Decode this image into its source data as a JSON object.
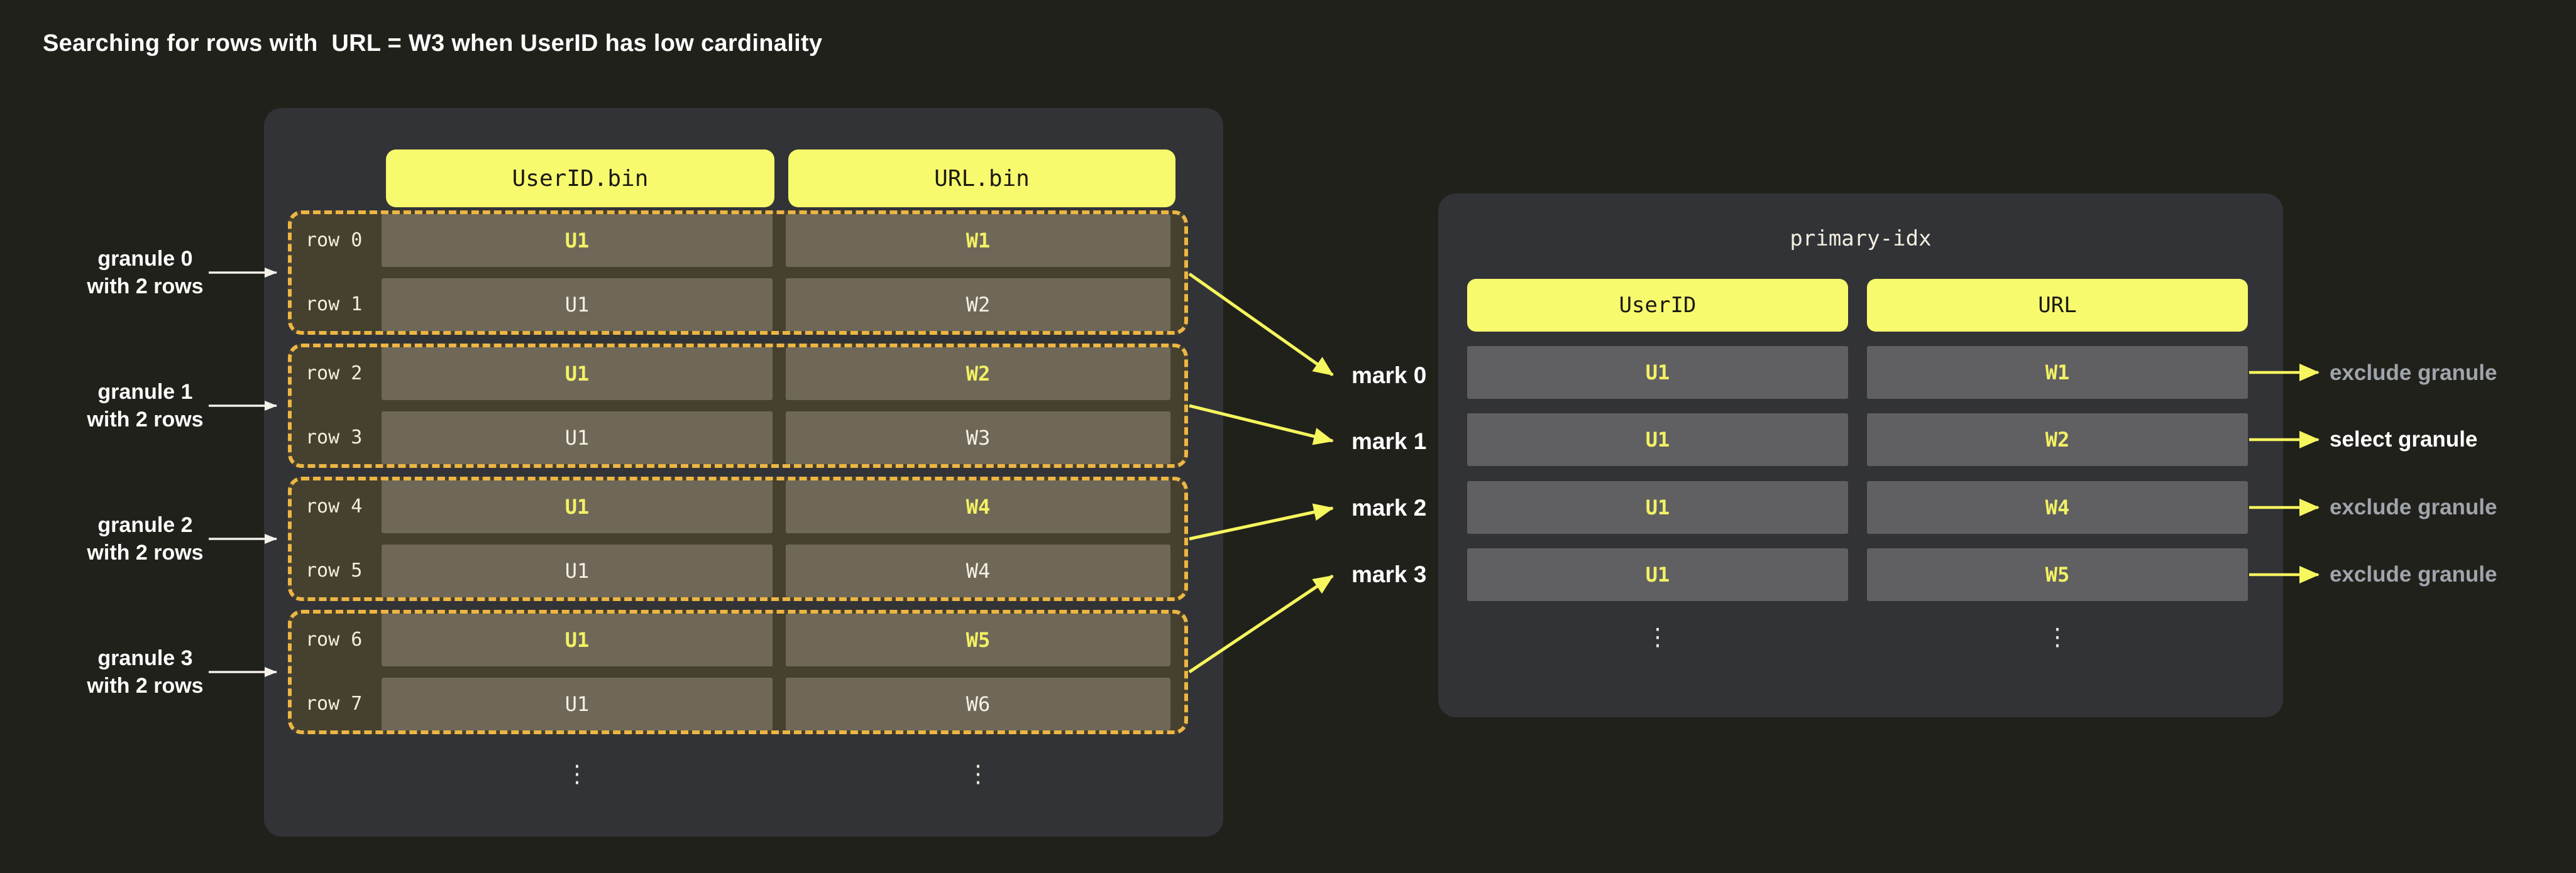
{
  "page": {
    "title": "Searching for rows with  URL = W3 when UserID has low cardinality"
  },
  "left_panel": {
    "column_headers": [
      "UserID.bin",
      "URL.bin"
    ],
    "granules": [
      {
        "label": [
          "granule 0",
          "with 2 rows"
        ],
        "rows": [
          {
            "label": "row 0",
            "user_id": "U1",
            "url": "W1"
          },
          {
            "label": "row 1",
            "user_id": "U1",
            "url": "W2"
          }
        ]
      },
      {
        "label": [
          "granule 1",
          "with 2 rows"
        ],
        "rows": [
          {
            "label": "row 2",
            "user_id": "U1",
            "url": "W2"
          },
          {
            "label": "row 3",
            "user_id": "U1",
            "url": "W3"
          }
        ]
      },
      {
        "label": [
          "granule 2",
          "with 2 rows"
        ],
        "rows": [
          {
            "label": "row 4",
            "user_id": "U1",
            "url": "W4"
          },
          {
            "label": "row 5",
            "user_id": "U1",
            "url": "W4"
          }
        ]
      },
      {
        "label": [
          "granule 3",
          "with 2 rows"
        ],
        "rows": [
          {
            "label": "row 6",
            "user_id": "U1",
            "url": "W5"
          },
          {
            "label": "row 7",
            "user_id": "U1",
            "url": "W6"
          }
        ]
      }
    ],
    "ellipsis": "⋮"
  },
  "marks": {
    "labels": [
      "mark 0",
      "mark 1",
      "mark 2",
      "mark 3"
    ]
  },
  "right_panel": {
    "title": "primary-idx",
    "column_headers": [
      "UserID",
      "URL"
    ],
    "rows": [
      {
        "user_id": "U1",
        "url": "W1",
        "decision": "exclude granule"
      },
      {
        "user_id": "U1",
        "url": "W2",
        "decision": "select granule"
      },
      {
        "user_id": "U1",
        "url": "W4",
        "decision": "exclude granule"
      },
      {
        "user_id": "U1",
        "url": "W5",
        "decision": "exclude granule"
      }
    ],
    "ellipsis": "⋮"
  },
  "colors": {
    "background": "#20211b",
    "panel": "#323336",
    "accent_yellow": "#f8fa6e",
    "value_highlight_yellow": "#f3f164",
    "granule_dash_orange": "#edb644",
    "granule_fill": "#46402f",
    "left_cell_fill": "#6f6858",
    "right_cell_fill": "#606062",
    "exclude_label_gray": "#a0a4ab",
    "select_label_white": "#ffffff"
  }
}
